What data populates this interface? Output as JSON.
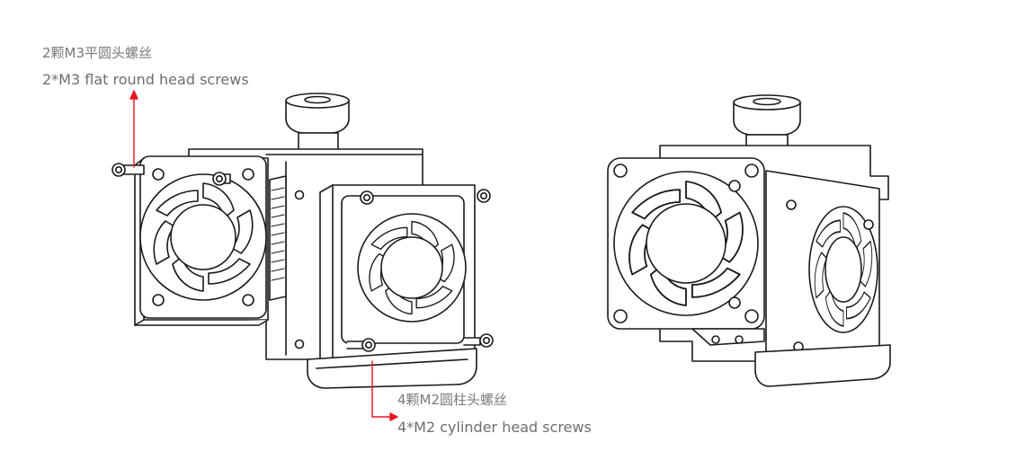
{
  "callouts": {
    "m3": {
      "cn": "2颗M3平圆头螺丝",
      "en": "2*M3 flat round head screws"
    },
    "m2": {
      "cn": "4颗M2圆柱头螺丝",
      "en": "4*M2 cylinder head screws"
    }
  },
  "colors": {
    "accent": "#e8141e",
    "line": "#1a1a1a",
    "label": "#7a7a7a"
  },
  "figures": [
    "exploded-assembly",
    "assembled-module"
  ]
}
